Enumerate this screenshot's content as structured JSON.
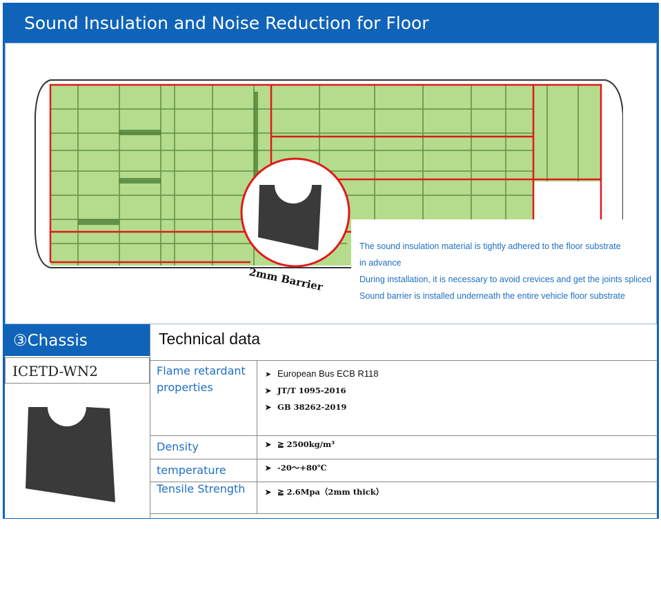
{
  "header": {
    "title": "Sound Insulation and Noise Reduction for Floor"
  },
  "figure": {
    "callout_label": "2mm Barrier",
    "notes": [
      "The sound insulation material is tightly adhered to the floor substrate",
      "in advance",
      "During installation, it is necessary to avoid crevices and get the joints spliced",
      "Sound barrier is installed underneath the entire vehicle floor substrate"
    ]
  },
  "chassis": {
    "title": "③Chassis",
    "model": "ICETD-WN2"
  },
  "technical": {
    "title": "Technical data",
    "rows": [
      {
        "label": "Flame retardant properties",
        "values": [
          "European Bus ECB R118",
          "JT/T 1095-2016",
          "GB 38262-2019"
        ]
      },
      {
        "label": "Density",
        "values": [
          "≧ 2500kg/m³"
        ]
      },
      {
        "label": "temperature",
        "values": [
          "-20～+80℃"
        ]
      },
      {
        "label": "Tensile Strength",
        "values": [
          "≧ 2.6Mpa（2mm thick）"
        ]
      }
    ]
  },
  "colors": {
    "brand_blue": "#0f63b8",
    "note_blue": "#1f6fc4",
    "floor_green": "#b4dc8c",
    "zone_red": "#e0191b"
  }
}
